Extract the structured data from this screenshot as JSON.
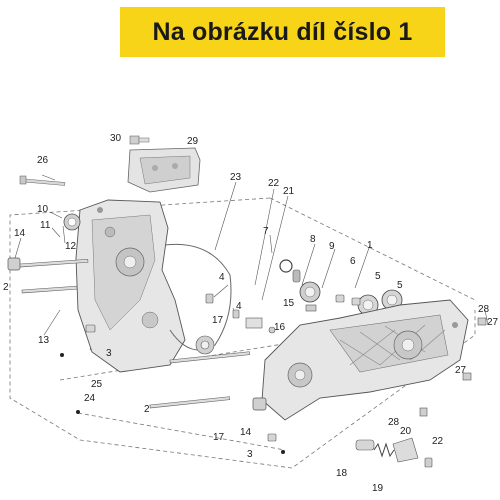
{
  "banner": {
    "text": "Na obrázku díl číslo 1",
    "color": "#f7d417"
  },
  "callouts": [
    "30",
    "29",
    "26",
    "23",
    "22",
    "21",
    "10",
    "7",
    "8",
    "9",
    "1",
    "11",
    "14",
    "12",
    "6",
    "5",
    "5",
    "4",
    "2",
    "15",
    "4",
    "28",
    "27",
    "17",
    "16",
    "13",
    "3",
    "25",
    "24",
    "2",
    "17",
    "14",
    "3",
    "28",
    "27",
    "20",
    "22",
    "18",
    "19"
  ]
}
